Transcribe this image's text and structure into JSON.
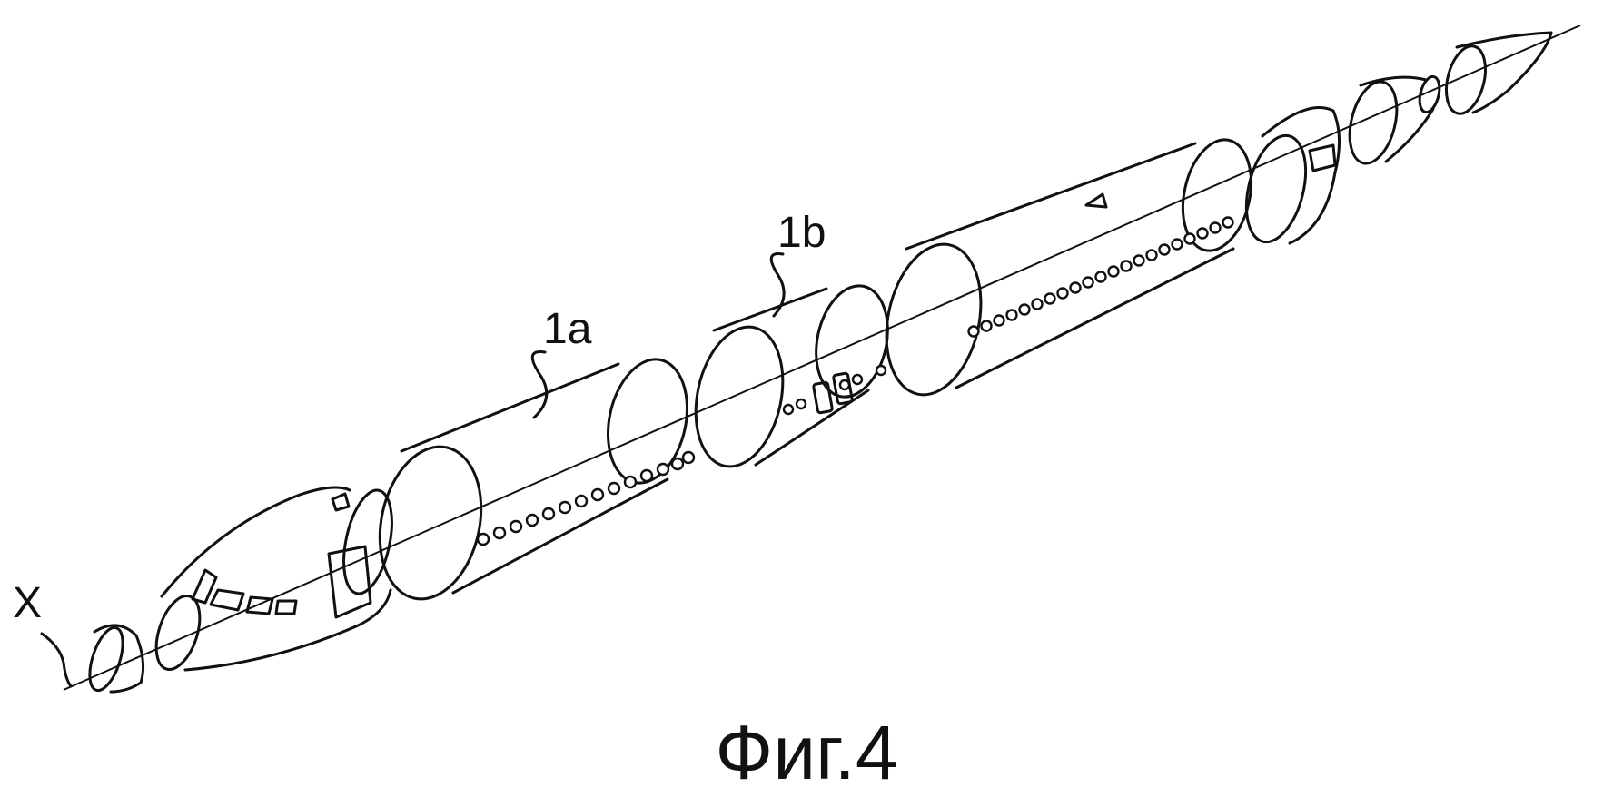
{
  "labels": {
    "axis": "X",
    "section_a": "1a",
    "section_b": "1b"
  },
  "caption": "Фиг.4",
  "colors": {
    "ink": "#111111",
    "background": "#ffffff"
  }
}
